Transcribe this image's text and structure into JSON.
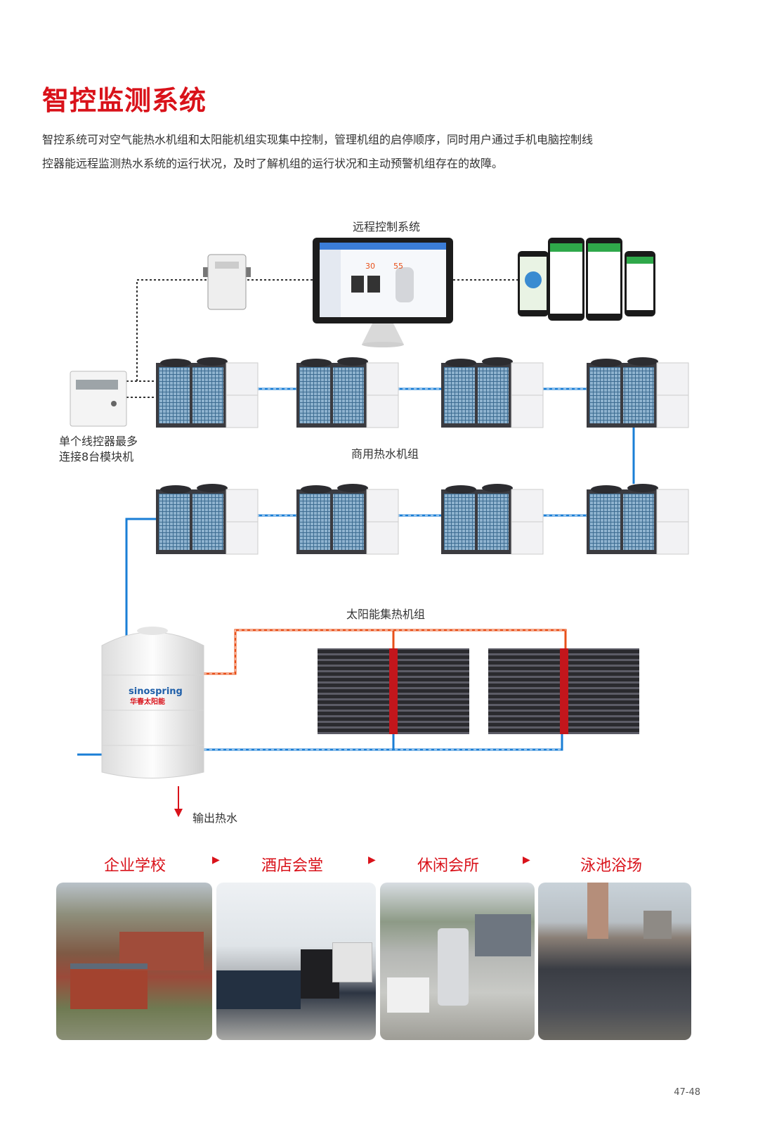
{
  "title": "智控监测系统",
  "intro": {
    "line1": "智控系统可对空气能热水机组和太阳能机组实现集中控制，管理机组的启停顺序，同时用户通过手机电脑控制线",
    "line2": "控器能远程监测热水系统的运行状况，及时了解机组的运行状况和主动预警机组存在的故障。"
  },
  "diagram": {
    "remote_label": "远程控制系统",
    "controller_label_1": "单个线控器最多",
    "controller_label_2": "连接8台模块机",
    "commercial_label": "商用热水机组",
    "solar_label": "太阳能集热机组",
    "output_label": "输出热水",
    "tank_brand": "sinospring",
    "tank_brand_cn": "华春太阳能",
    "monitor_numbers": [
      "30",
      "55"
    ],
    "pipe_colors": {
      "cold": "#1a7ed6",
      "hot": "#e8501a",
      "signal": "#333333"
    }
  },
  "scenes": [
    "企业学校",
    "酒店会堂",
    "休闲会所",
    "泳池浴场"
  ],
  "arrow_glyph": "▶",
  "page_number": "47-48"
}
